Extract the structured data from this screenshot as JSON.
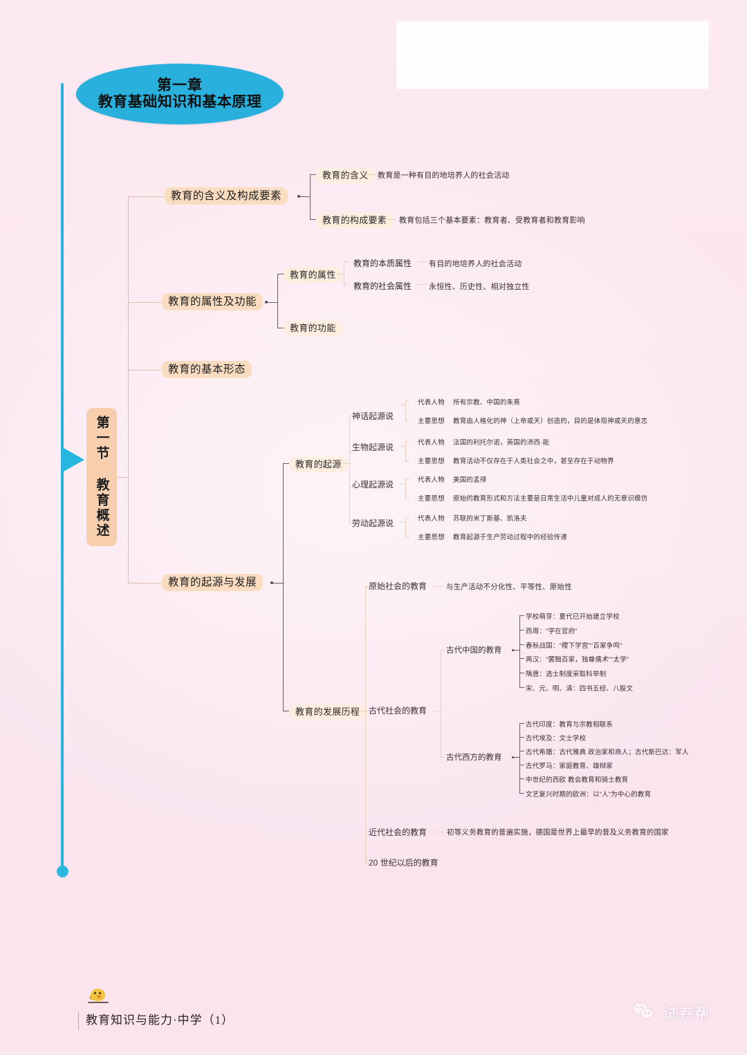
{
  "document": {
    "footer_text": "教育知识与能力·中学（1）",
    "watermark_text": "试卷帮",
    "chick_icon": "chick-icon",
    "wechat_icon": "wechat-icon"
  },
  "chapter": {
    "line1": "第一章",
    "line2": "教育基础知识和基本原理"
  },
  "section": {
    "label": "第一节 教育概述"
  },
  "branches": {
    "meaning": {
      "title": "教育的含义及构成要素",
      "children": [
        {
          "label": "教育的含义",
          "detail": "教育是一种有目的地培养人的社会活动"
        },
        {
          "label": "教育的构成要素",
          "detail": "教育包括三个基本要素：教育者、受教育者和教育影响"
        }
      ]
    },
    "attributes": {
      "title": "教育的属性及功能",
      "children": [
        {
          "label": "教育的属性",
          "children": [
            {
              "label": "教育的本质属性",
              "detail": "有目的地培养人的社会活动"
            },
            {
              "label": "教育的社会属性",
              "detail": "永恒性、历史性、相对独立性"
            }
          ]
        },
        {
          "label": "教育的功能",
          "children": []
        }
      ]
    },
    "basic_forms": {
      "title": "教育的基本形态"
    },
    "origin_development": {
      "title": "教育的起源与发展",
      "origin": {
        "label": "教育的起源",
        "theories": [
          {
            "name": "神话起源说",
            "person_label": "代表人物",
            "person": "所有宗教、中国的朱熹",
            "idea_label": "主要思想",
            "idea": "教育由人格化的神（上帝或天）创造的，目的是体现神或天的意志"
          },
          {
            "name": "生物起源说",
            "person_label": "代表人物",
            "person": "法国的利托尔诺，英国的沛西·能",
            "idea_label": "主要思想",
            "idea": "教育活动不仅存在于人类社会之中，甚至存在于动物界"
          },
          {
            "name": "心理起源说",
            "person_label": "代表人物",
            "person": "美国的孟禄",
            "idea_label": "主要思想",
            "idea": "原始的教育形式和方法主要是日常生活中儿童对成人的无意识模仿"
          },
          {
            "name": "劳动起源说",
            "person_label": "代表人物",
            "person": "苏联的米丁斯基、凯洛夫",
            "idea_label": "主要思想",
            "idea": "教育起源于生产劳动过程中的经验传递"
          }
        ]
      },
      "development": {
        "label": "教育的发展历程",
        "primitive": {
          "label": "原始社会的教育",
          "detail": "与生产活动不分化性、平等性、原始性"
        },
        "ancient": {
          "label": "古代社会的教育",
          "china": {
            "label": "古代中国的教育",
            "items": [
              "学校萌芽：夏代已开始建立学校",
              "西周：“学在官府”",
              "春秋战国：“稷下学宫”“百家争鸣”",
              "两汉：“罢黜百家，独尊儒术”“太学”",
              "隋唐：选士制度采取科举制",
              "宋、元、明、清：四书五经、八股文"
            ]
          },
          "west": {
            "label": "古代西方的教育",
            "items": [
              "古代印度：教育与宗教相联系",
              "古代埃及：文士学校",
              "古代希腊：古代雅典 政治家和商人；古代斯巴达：军人",
              "古代罗马：家庭教育、雄辩家",
              "中世纪的西欧 教会教育和骑士教育",
              "文艺复兴时期的欧洲：以“人”为中心的教育"
            ]
          }
        },
        "modern": {
          "label": "近代社会的教育",
          "detail": "初等义务教育的普遍实施，德国是世界上最早的普及义务教育的国家"
        },
        "twentieth": {
          "label": "20 世纪以后的教育",
          "detail": ""
        }
      }
    }
  },
  "colors": {
    "background": "#fbe8f0",
    "chapter_fill": "#29b0dd",
    "spine": "#27b3de",
    "level1_chip": "#fadcc0",
    "level2_chip": "#fdeee0",
    "section_pill": "#f7cfae",
    "connector": "#d8a98d"
  }
}
